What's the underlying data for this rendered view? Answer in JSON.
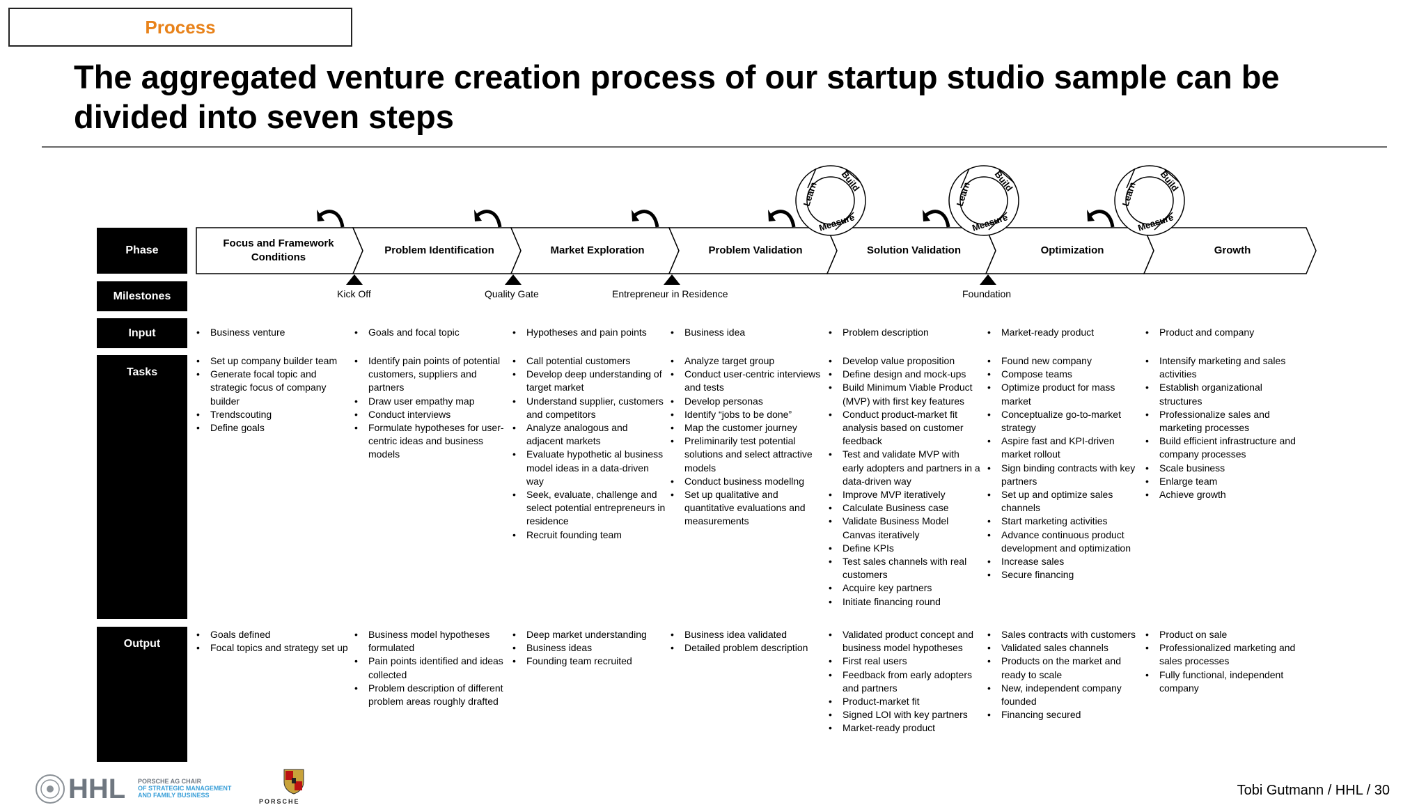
{
  "header": {
    "section_tag": "Process",
    "title_line1": "The aggregated venture creation process of our startup studio sample can be",
    "title_line2": "divided into seven steps"
  },
  "row_labels": {
    "phase": "Phase",
    "milestones": "Milestones",
    "input": "Input",
    "tasks": "Tasks",
    "output": "Output"
  },
  "loop_labels": {
    "learn": "Learn",
    "build": "Build",
    "measure": "Measure"
  },
  "phases": [
    {
      "name_line1": "Focus and Framework",
      "name_line2": "Conditions",
      "input": [
        "Business venture"
      ],
      "tasks": [
        "Set up company builder team",
        "Generate focal topic and strategic focus of company builder",
        "Trendscouting",
        "Define goals"
      ],
      "output": [
        "Goals defined",
        "Focal topics and strategy set up"
      ]
    },
    {
      "name_line1": "Problem Identification",
      "name_line2": "",
      "input": [
        "Goals and focal topic"
      ],
      "tasks": [
        "Identify pain points of potential customers, suppliers and partners",
        "Draw user empathy map",
        "Conduct interviews",
        "Formulate hypotheses for user-centric ideas and business models"
      ],
      "output": [
        "Business model hypotheses formulated",
        "Pain points identified and ideas collected",
        "Problem description of different problem areas roughly drafted"
      ]
    },
    {
      "name_line1": "Market Exploration",
      "name_line2": "",
      "input": [
        "Hypotheses and pain points"
      ],
      "tasks": [
        "Call potential customers",
        "Develop deep understanding of target market",
        "Understand supplier, customers and competitors",
        "Analyze analogous and adjacent markets",
        "Evaluate hypothetic al business model ideas in a data-driven way",
        "Seek, evaluate, challenge and select potential entrepreneurs in residence",
        "Recruit founding team"
      ],
      "output": [
        "Deep market understanding",
        "Business ideas",
        "Founding team recruited"
      ]
    },
    {
      "name_line1": "Problem Validation",
      "name_line2": "",
      "input": [
        "Business idea"
      ],
      "tasks": [
        "Analyze target group",
        "Conduct user-centric interviews and tests",
        "Develop personas",
        "Identify “jobs to be done”",
        "Map the customer journey",
        "Preliminarily test potential solutions and select attractive models",
        "Conduct business modellng",
        "Set up qualitative and quantitative evaluations and measurements"
      ],
      "output": [
        "Business idea validated",
        "Detailed problem description"
      ]
    },
    {
      "name_line1": "Solution Validation",
      "name_line2": "",
      "input": [
        "Problem description"
      ],
      "tasks": [
        "Develop value proposition",
        "Define design and mock-ups",
        "Build Minimum Viable Product (MVP) with first key features",
        "Conduct product-market fit analysis based on customer feedback",
        "Test and validate MVP with early adopters and partners in a data-driven way",
        "Improve MVP iteratively",
        "Calculate Business case",
        "Validate Business Model Canvas iteratively",
        "Define KPIs",
        "Test sales channels with real customers",
        "Acquire key partners",
        "Initiate financing round"
      ],
      "output": [
        "Validated product concept and business model hypotheses",
        "First real users",
        "Feedback from early adopters and partners",
        "Product-market fit",
        "Signed LOI with key partners",
        "Market-ready product"
      ]
    },
    {
      "name_line1": "Optimization",
      "name_line2": "",
      "input": [
        "Market-ready product"
      ],
      "tasks": [
        "Found new company",
        "Compose teams",
        "Optimize product for mass market",
        "Conceptualize go-to-market strategy",
        "Aspire fast and KPI-driven market rollout",
        "Sign binding contracts with key partners",
        "Set up and optimize sales channels",
        "Start marketing activities",
        "Advance continuous product development and optimization",
        "Increase sales",
        "Secure financing"
      ],
      "output": [
        "Sales contracts with customers",
        "Validated sales channels",
        "Products on the market and ready to scale",
        "New, independent company founded",
        "Financing secured"
      ]
    },
    {
      "name_line1": "Growth",
      "name_line2": "",
      "input": [
        "Product and company"
      ],
      "tasks": [
        "Intensify marketing  and sales activities",
        "Establish organizational structures",
        "Professionalize sales and marketing processes",
        "Build efficient infrastructure and company processes",
        "Scale business",
        "Enlarge team",
        "Achieve growth"
      ],
      "output": [
        "Product on sale",
        "Professionalized marketing and sales processes",
        "Fully functional, independent company"
      ]
    }
  ],
  "milestones": [
    "Kick Off",
    "Quality Gate",
    "Entrepreneur in Residence",
    "Foundation"
  ],
  "footer": {
    "logo_hhl": "HHL",
    "chair_line1": "PORSCHE AG CHAIR",
    "chair_line2": "OF STRATEGIC MANAGEMENT",
    "chair_line3": "AND FAMILY BUSINESS",
    "porsche": "PORSCHE",
    "credit": "Tobi Gutmann / HHL / 30"
  }
}
